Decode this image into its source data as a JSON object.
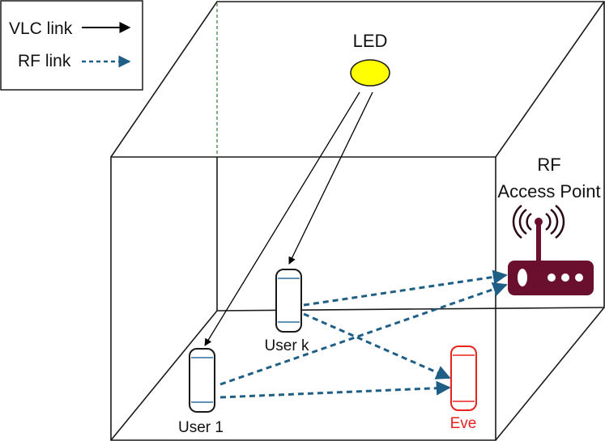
{
  "legend": {
    "vlc_label": "VLC link",
    "rf_label": "RF link"
  },
  "labels": {
    "led": "LED",
    "ap_line1": "RF",
    "ap_line2": "Access Point",
    "user_k": "User k",
    "user_1": "User 1",
    "eve": "Eve"
  },
  "colors": {
    "vlc_link": "#000000",
    "rf_link": "#1f5f86",
    "led_fill": "#ffff00",
    "access_point": "#6b0f2e",
    "eve": "#e8231f",
    "user_accent": "#2e6f9e",
    "hidden_edge": "#2e7d32"
  },
  "icons": {
    "led": "led-light-icon",
    "access_point": "wifi-router-icon",
    "user": "smartphone-icon"
  }
}
